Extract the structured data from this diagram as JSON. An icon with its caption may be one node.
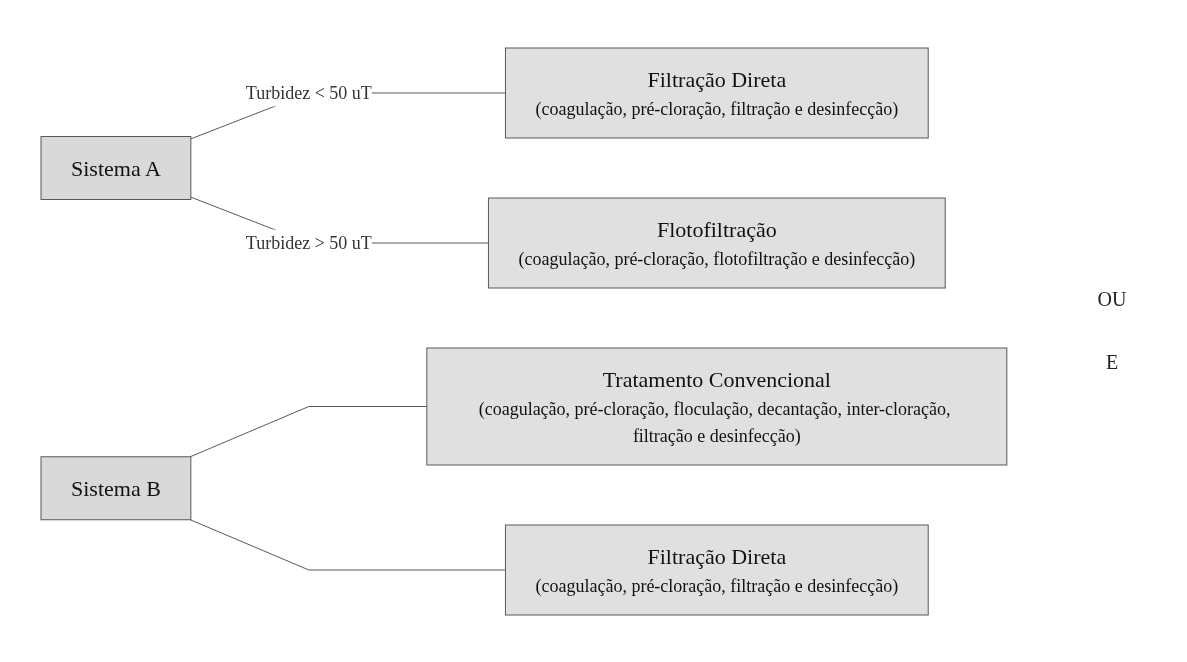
{
  "diagram": {
    "nodes": [
      {
        "text": [
          "Sistema A"
        ]
      },
      {
        "text": [
          "Filtração Direta",
          "(coagulação, pré-cloração, filtração e desinfecção)"
        ]
      },
      {
        "text": [
          "Flotofiltração",
          "(coagulação, pré-cloração, flotofiltração e desinfecção)"
        ]
      },
      {
        "text": [
          "Sistema B"
        ]
      },
      {
        "text": [
          "Tratamento Convencional",
          "(coagulação, pré-cloração, floculação, decantação, inter-cloração, filtração e desinfecção)"
        ]
      },
      {
        "text": [
          "Filtração Direta",
          "(coagulação, pré-cloração, filtração e desinfecção)"
        ]
      }
    ],
    "edges": [
      {
        "from": 0,
        "to": 1,
        "arrow": "none",
        "label": "Turbidez < 50 uT"
      },
      {
        "from": 0,
        "to": 2,
        "arrow": "none",
        "label": "Turbidez > 50 uT"
      },
      {
        "from": 3,
        "to": 4,
        "arrow": "none"
      },
      {
        "from": 3,
        "to": 5,
        "arrow": "none"
      }
    ],
    "labels": [
      "OU",
      "E"
    ]
  }
}
